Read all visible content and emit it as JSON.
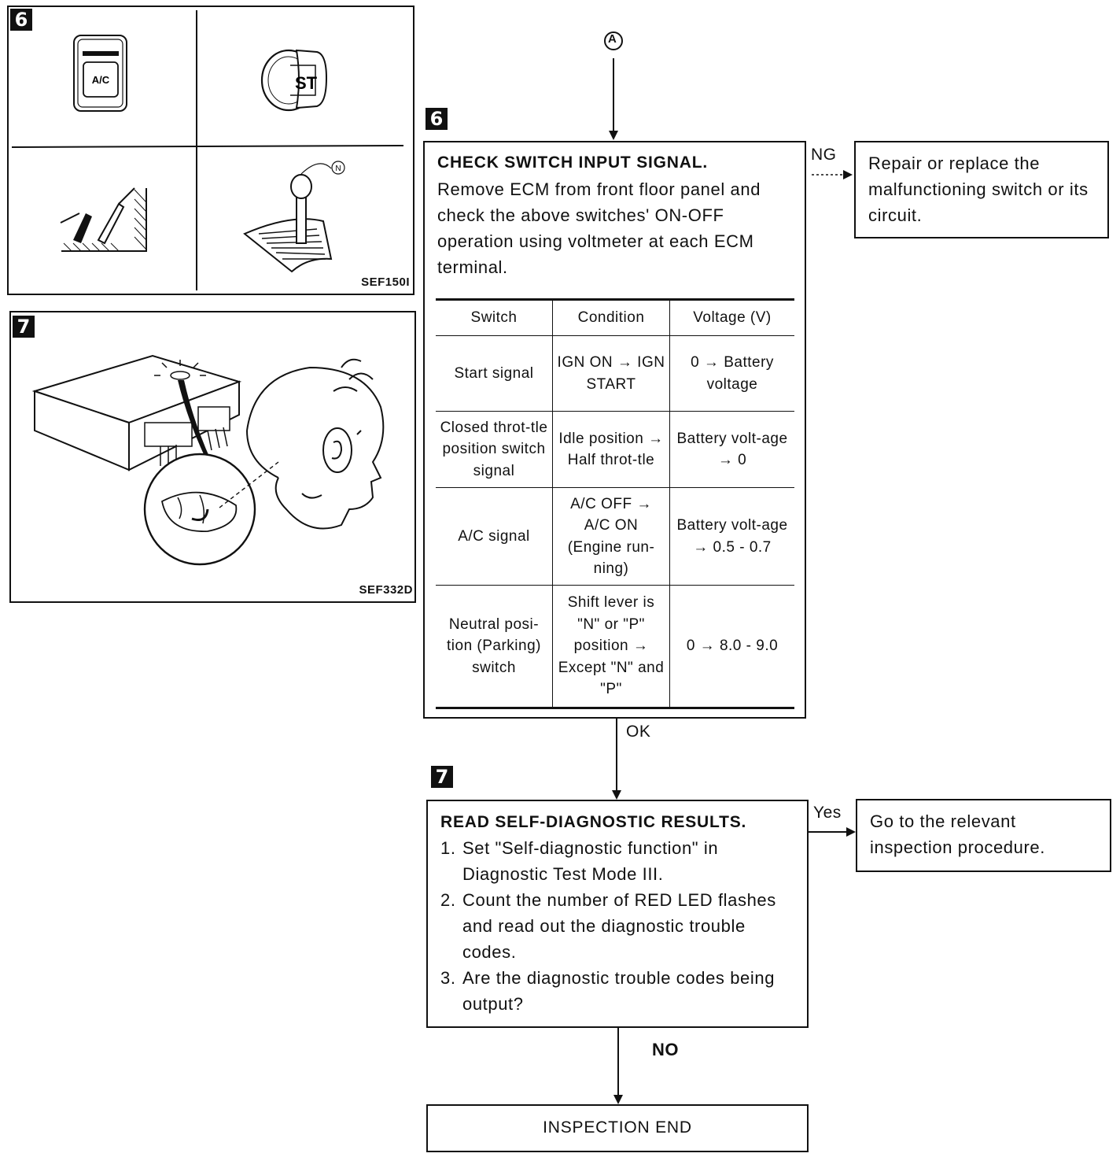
{
  "fig6": {
    "badge": "6",
    "code": "SEF150I",
    "ac_button_label": "A/C",
    "key_label": "ST",
    "shift_label": "N"
  },
  "fig7": {
    "badge": "7",
    "code": "SEF332D"
  },
  "flow": {
    "connector": "A",
    "step6": {
      "badge": "6",
      "title": "CHECK SWITCH INPUT SIGNAL.",
      "body": "Remove ECM from front floor panel and check the above switches' ON-OFF operation using voltmeter at each ECM terminal.",
      "table": {
        "headers": [
          "Switch",
          "Condition",
          "Voltage (V)"
        ],
        "rows": [
          [
            "Start signal",
            "IGN ON → IGN START",
            "0 → Battery voltage"
          ],
          [
            "Closed throt-tle position switch signal",
            "Idle position → Half throt-tle",
            "Battery volt-age → 0"
          ],
          [
            "A/C signal",
            "A/C OFF → A/C ON (Engine run-ning)",
            "Battery volt-age → 0.5 - 0.7"
          ],
          [
            "Neutral posi-tion (Parking) switch",
            "Shift lever is \"N\" or \"P\" position → Except \"N\" and \"P\"",
            "0 → 8.0 - 9.0"
          ]
        ]
      },
      "ng_label": "NG",
      "ok_label": "OK",
      "ng_result": "Repair or replace the malfunctioning switch or its circuit."
    },
    "step7": {
      "badge": "7",
      "title": "READ SELF-DIAGNOSTIC RESULTS.",
      "items": [
        {
          "num": "1.",
          "text": "Set \"Self-diagnostic function\" in Diagnostic Test Mode III."
        },
        {
          "num": "2.",
          "text": "Count the number of RED LED flashes and read out the diagnostic trouble codes."
        },
        {
          "num": "3.",
          "text": "Are the diagnostic trouble codes being output?"
        }
      ],
      "yes_label": "Yes",
      "no_label": "NO",
      "yes_result": "Go to the relevant inspection procedure."
    },
    "end_label": "INSPECTION END"
  }
}
